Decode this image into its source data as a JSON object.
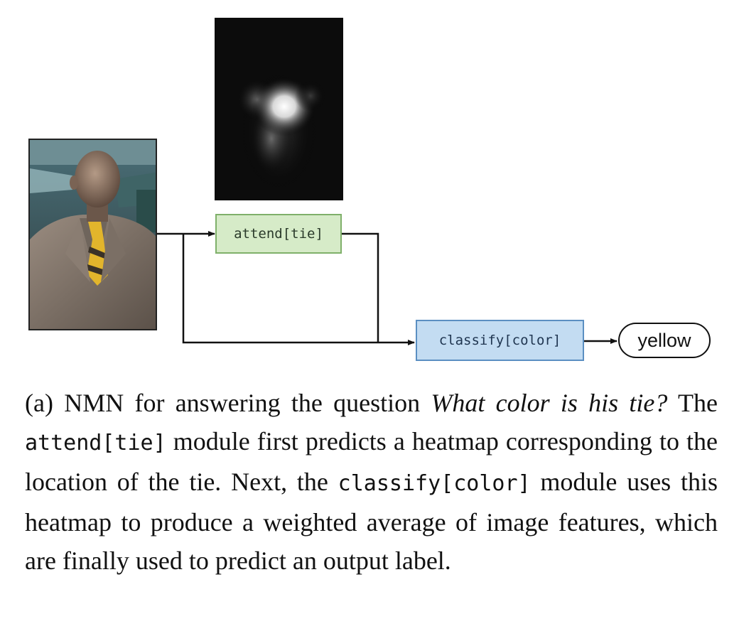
{
  "diagram": {
    "modules": {
      "attend_label": "attend[tie]",
      "classify_label": "classify[color]"
    },
    "output_label": "yellow",
    "colors": {
      "attend_fill": "#d6ebc8",
      "attend_border": "#7fb06a",
      "classify_fill": "#c3dcf2",
      "classify_border": "#5b8fc2",
      "arrow": "#111111"
    }
  },
  "caption": {
    "prefix": "(a) NMN for answering the question ",
    "question": "What color is his tie?",
    "text_1": " The ",
    "code_1": "attend[tie]",
    "text_2": " module first predicts a heatmap corresponding to the location of the tie.  Next, the ",
    "code_2": "classify[color]",
    "text_3": " module uses this heatmap to produce a weighted average of image features, which are finally used to predict an output label."
  }
}
